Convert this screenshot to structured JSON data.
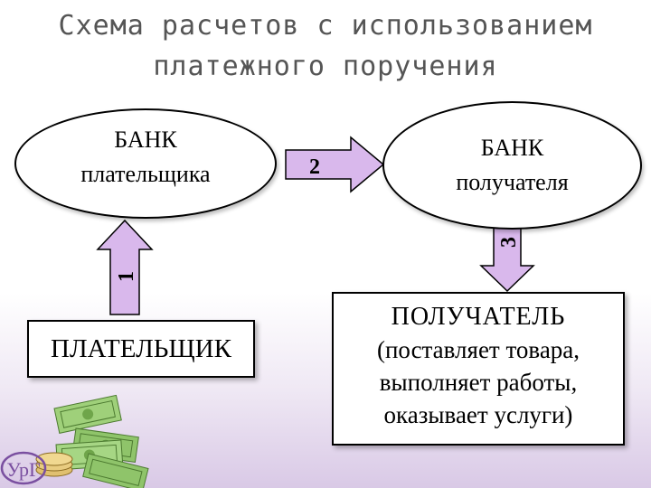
{
  "title": {
    "line1": "Схема расчетов с использованием",
    "line2": "платежного поручения"
  },
  "nodes": {
    "bank_payer": {
      "line1": "БАНК",
      "line2": "плательщика"
    },
    "bank_recipient": {
      "line1": "БАНК",
      "line2": "получателя"
    },
    "payer": {
      "label": "ПЛАТЕЛЬЩИК"
    },
    "recipient": {
      "label": "ПОЛУЧАТЕЛЬ",
      "desc1": "(поставляет товара,",
      "desc2": "выполняет работы,",
      "desc3": "оказывает услуги)"
    }
  },
  "arrows": {
    "step1": "1",
    "step2": "2",
    "step3": "3"
  },
  "colors": {
    "arrow_fill": "#d9b8ec",
    "title_color": "#555555",
    "money_green": "#8fc46a",
    "logo_purple": "#7a4fa0"
  },
  "icons": [
    "money-stack-icon",
    "logo-icon"
  ]
}
